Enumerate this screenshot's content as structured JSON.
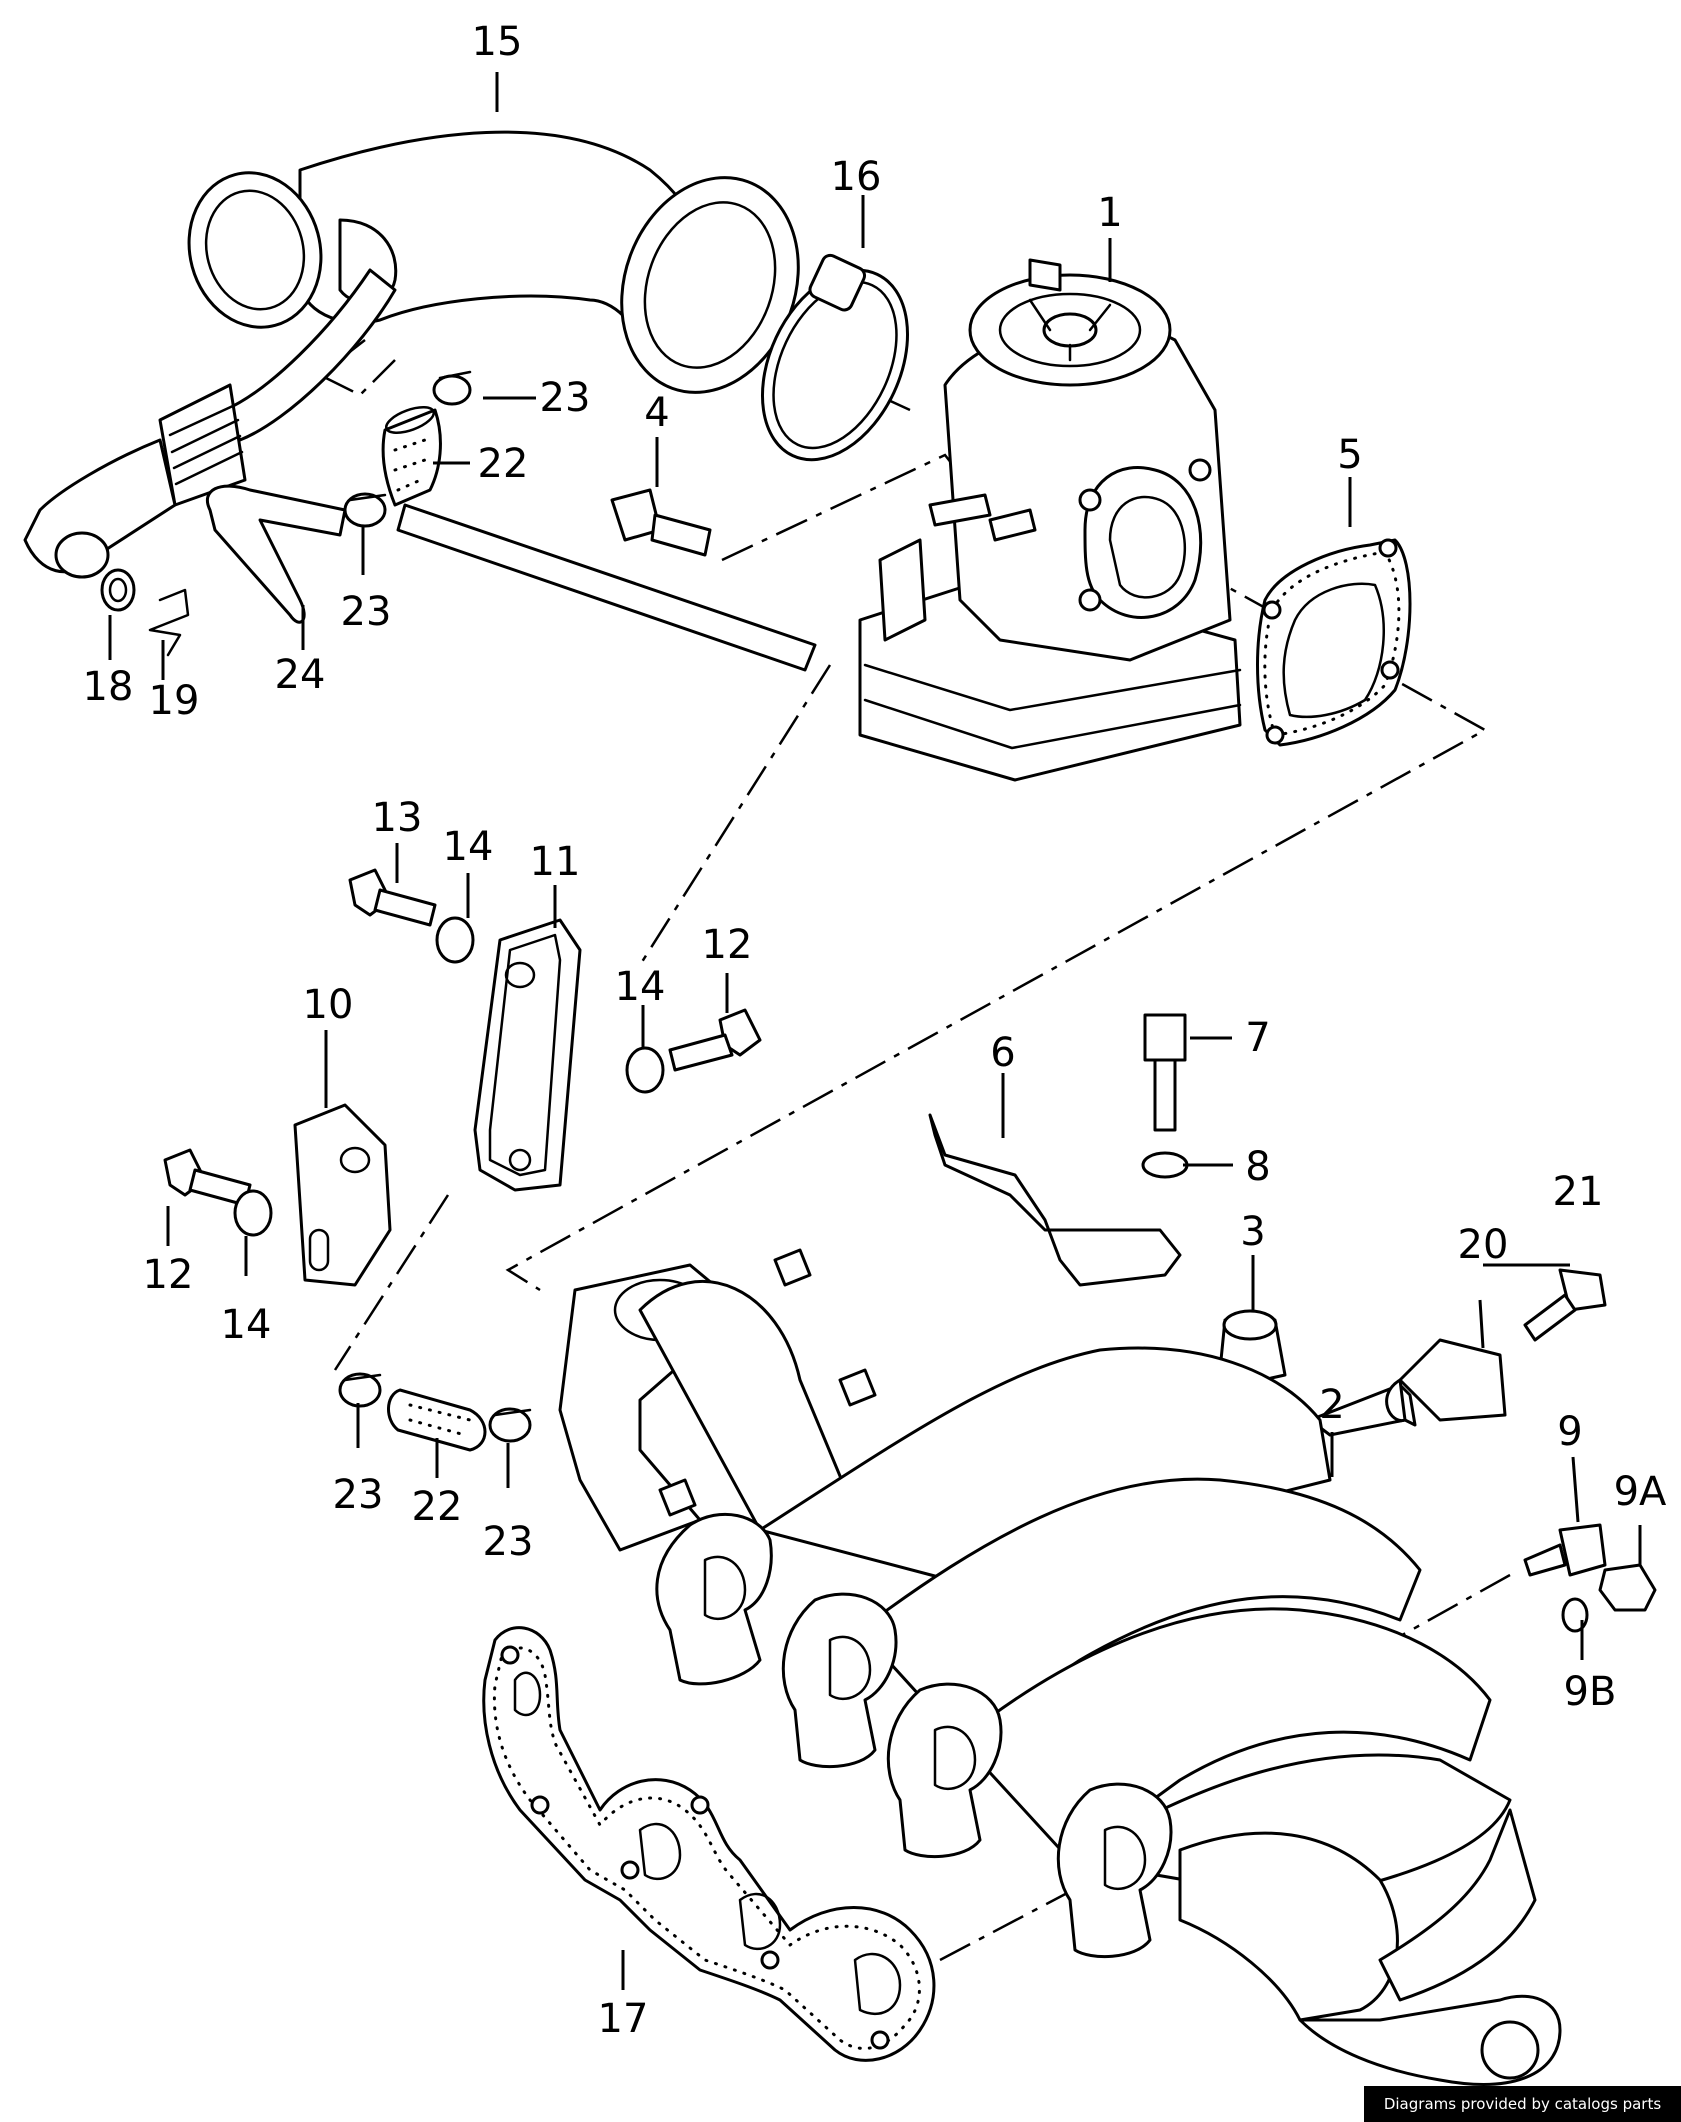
{
  "labels": {
    "l1": "1",
    "l2": "2",
    "l3": "3",
    "l4": "4",
    "l5": "5",
    "l6": "6",
    "l7": "7",
    "l8": "8",
    "l9": "9",
    "l9a": "9A",
    "l9b": "9B",
    "l10": "10",
    "l11": "11",
    "l12a": "12",
    "l12b": "12",
    "l13": "13",
    "l14a": "14",
    "l14b": "14",
    "l14c": "14",
    "l15": "15",
    "l16": "16",
    "l17": "17",
    "l18": "18",
    "l19": "19",
    "l20": "20",
    "l21": "21",
    "l22a": "22",
    "l22b": "22",
    "l23a": "23",
    "l23b": "23",
    "l23c": "23",
    "l23d": "23",
    "l24": "24"
  },
  "credit": "Diagrams provided by catalogs parts"
}
